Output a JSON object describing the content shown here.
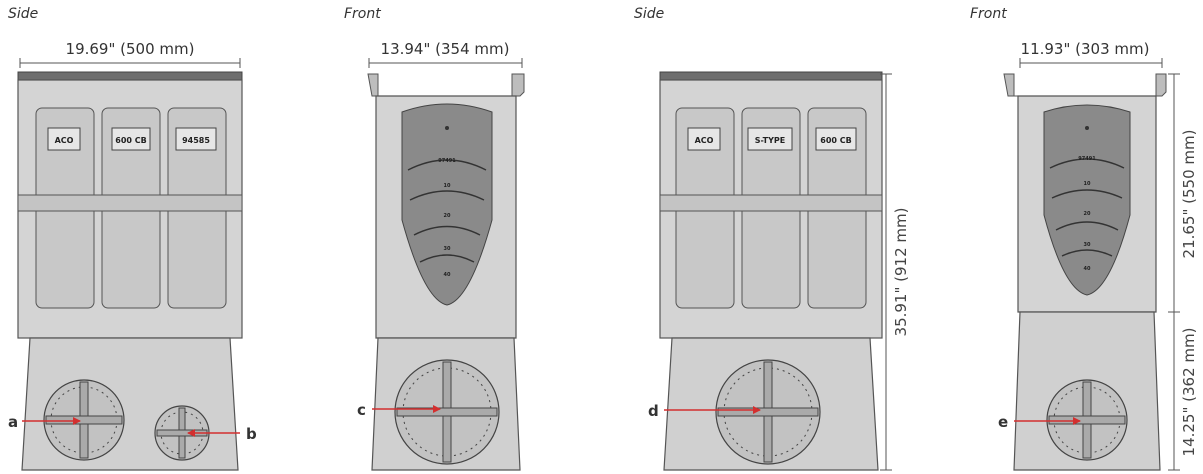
{
  "views": [
    {
      "label": "Side",
      "width_dim": "19.69\" (500 mm)",
      "badges": [
        "ACO",
        "600 CB",
        "94585"
      ],
      "callouts": [
        "a",
        "b"
      ]
    },
    {
      "label": "Front",
      "width_dim": "13.94\" (354 mm)",
      "plate_text": "97491",
      "plate_marks": [
        "10",
        "20",
        "30",
        "40"
      ],
      "callouts": [
        "c"
      ]
    },
    {
      "label": "Side",
      "width_dim": "",
      "badges": [
        "ACO",
        "S-TYPE",
        "600 CB"
      ],
      "height_dim": "35.91\" (912 mm)",
      "callouts": [
        "d"
      ]
    },
    {
      "label": "Front",
      "width_dim": "11.93\" (303 mm)",
      "plate_text": "97491",
      "plate_marks": [
        "10",
        "20",
        "30",
        "40"
      ],
      "upper_height_dim": "21.65\" (550 mm)",
      "lower_height_dim": "14.25\" (362 mm)",
      "callouts": [
        "e"
      ]
    }
  ],
  "colors": {
    "body": "#d4d4d4",
    "outline": "#555555",
    "arrow": "#d32f2f",
    "plate": "#8a8a8a",
    "lip": "#6e6e6e"
  }
}
